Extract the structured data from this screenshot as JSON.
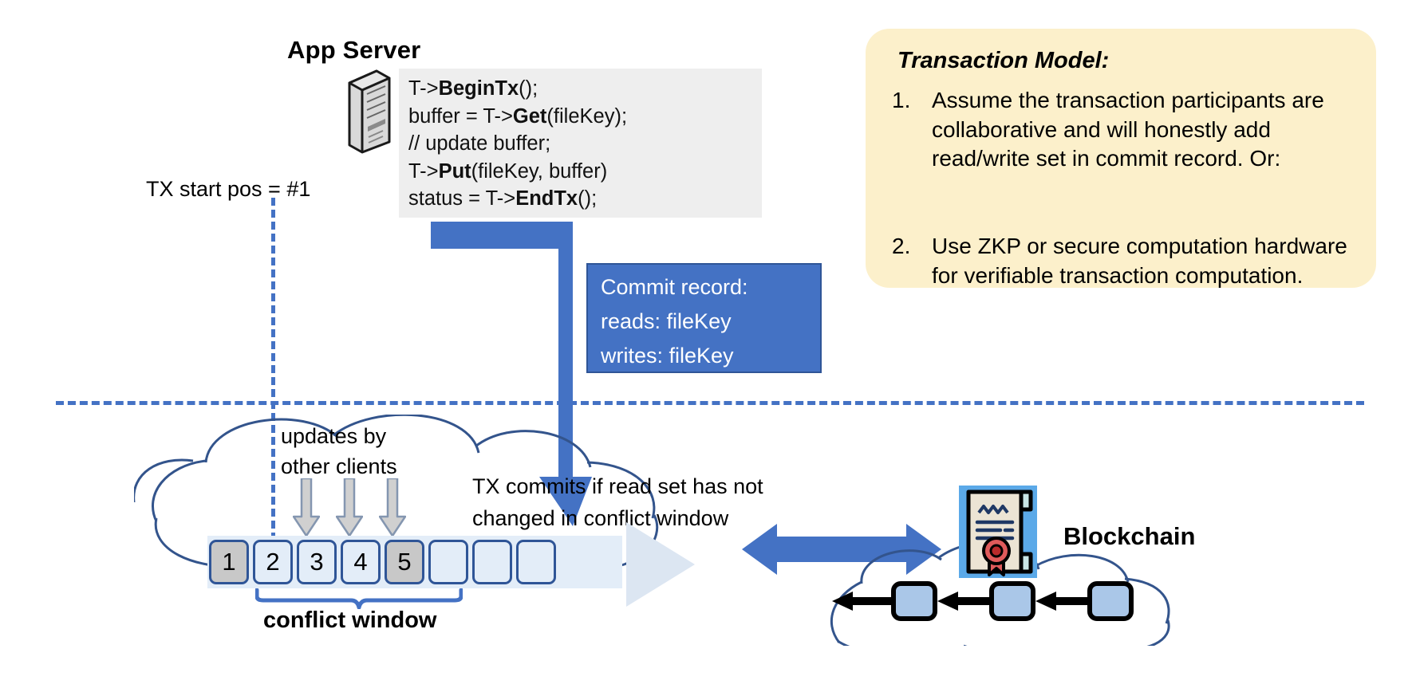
{
  "app_server": {
    "title": "App Server",
    "icon": "server-tower-icon",
    "code_lines": [
      {
        "pre": "T->",
        "bold": "BeginTx",
        "post": "();"
      },
      {
        "pre": "buffer = T->",
        "bold": "Get",
        "post": "(fileKey);"
      },
      {
        "pre": "// update buffer;",
        "bold": "",
        "post": ""
      },
      {
        "pre": "T->",
        "bold": "Put",
        "post": "(fileKey, buffer)"
      },
      {
        "pre": "status = T->",
        "bold": "EndTx",
        "post": "();"
      }
    ]
  },
  "tx_start": {
    "label": "TX start pos = #1"
  },
  "commit_record": {
    "lines": [
      "Commit record:",
      "reads: fileKey",
      "writes: fileKey"
    ],
    "bg_color": "#4472c4"
  },
  "transaction_model": {
    "title": "Transaction Model:",
    "items": [
      {
        "num": "1.",
        "text": "Assume the transaction participants are collaborative and will honestly add read/write set in commit record.  Or:"
      },
      {
        "num": "2.",
        "text": "Use ZKP or secure computation hardware for verifiable transaction computation."
      }
    ],
    "bg_color": "#fcf0cb"
  },
  "log": {
    "updates_label": "updates by\nother clients",
    "updates_label_line1": "updates by",
    "updates_label_line2": "other clients",
    "commit_note_line1": "TX commits if read set has not",
    "commit_note_line2": "changed in conflict window",
    "slots": [
      {
        "label": "1",
        "state": "filled"
      },
      {
        "label": "2",
        "state": "empty"
      },
      {
        "label": "3",
        "state": "empty"
      },
      {
        "label": "4",
        "state": "empty"
      },
      {
        "label": "5",
        "state": "filled"
      },
      {
        "label": "",
        "state": "empty"
      },
      {
        "label": "",
        "state": "empty"
      },
      {
        "label": "",
        "state": "empty"
      }
    ],
    "conflict_window_label": "conflict window",
    "slot_filled_color": "#c8c8c8",
    "slot_empty_color": "#e3edf8",
    "slot_border_color": "#2f5597"
  },
  "blockchain": {
    "label": "Blockchain",
    "certificate_icon": "certificate-seal-icon",
    "block_count": 3,
    "block_color": "#aac7e8"
  },
  "colors": {
    "accent_blue": "#4472c4",
    "dark_blue": "#2f5597",
    "cloud_stroke": "#33548c",
    "code_bg": "#eeeeee",
    "callout_bg": "#fcf0cb"
  }
}
